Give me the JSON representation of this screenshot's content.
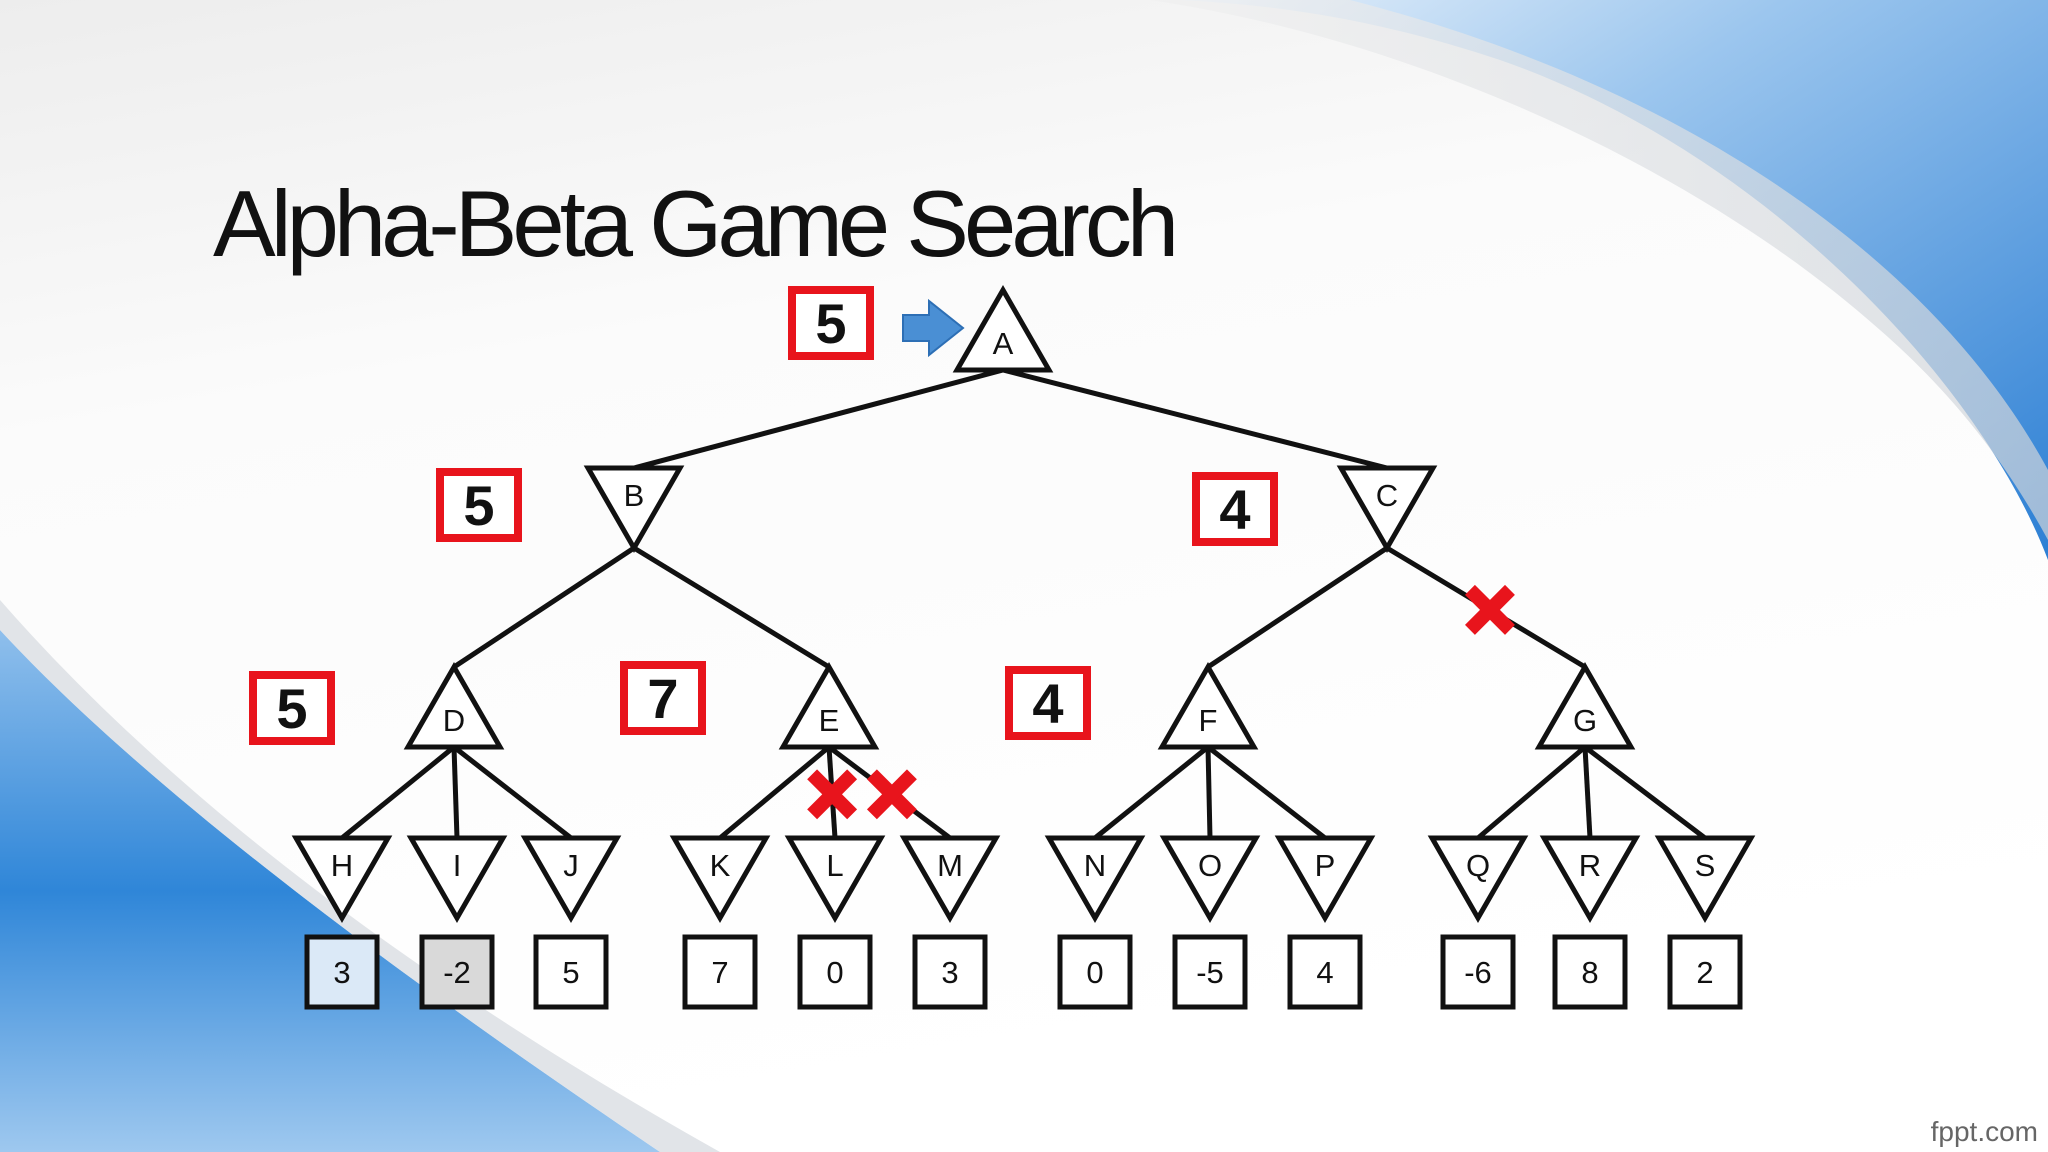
{
  "slide": {
    "title": "Alpha-Beta Game Search",
    "footer": "fppt.com",
    "colors": {
      "accent_blue": "#2b7fd6",
      "annotation_border": "#e8141c",
      "prune_mark": "#e8141c",
      "arrow": "#4a8fd4",
      "line": "#111111"
    }
  },
  "tree": {
    "nodes": [
      {
        "id": "A",
        "label": "A",
        "kind": "max"
      },
      {
        "id": "B",
        "label": "B",
        "kind": "min"
      },
      {
        "id": "C",
        "label": "C",
        "kind": "min"
      },
      {
        "id": "D",
        "label": "D",
        "kind": "max"
      },
      {
        "id": "E",
        "label": "E",
        "kind": "max"
      },
      {
        "id": "F",
        "label": "F",
        "kind": "max"
      },
      {
        "id": "G",
        "label": "G",
        "kind": "max"
      },
      {
        "id": "H",
        "label": "H",
        "kind": "min"
      },
      {
        "id": "I",
        "label": "I",
        "kind": "min"
      },
      {
        "id": "J",
        "label": "J",
        "kind": "min"
      },
      {
        "id": "K",
        "label": "K",
        "kind": "min"
      },
      {
        "id": "L",
        "label": "L",
        "kind": "min"
      },
      {
        "id": "M",
        "label": "M",
        "kind": "min"
      },
      {
        "id": "N",
        "label": "N",
        "kind": "min"
      },
      {
        "id": "O",
        "label": "O",
        "kind": "min"
      },
      {
        "id": "P",
        "label": "P",
        "kind": "min"
      },
      {
        "id": "Q",
        "label": "Q",
        "kind": "min"
      },
      {
        "id": "R",
        "label": "R",
        "kind": "min"
      },
      {
        "id": "S",
        "label": "S",
        "kind": "min"
      }
    ],
    "edges": [
      {
        "from": "A",
        "to": "B"
      },
      {
        "from": "A",
        "to": "C"
      },
      {
        "from": "B",
        "to": "D"
      },
      {
        "from": "B",
        "to": "E"
      },
      {
        "from": "C",
        "to": "F"
      },
      {
        "from": "C",
        "to": "G",
        "pruned": true
      },
      {
        "from": "D",
        "to": "H"
      },
      {
        "from": "D",
        "to": "I"
      },
      {
        "from": "D",
        "to": "J"
      },
      {
        "from": "E",
        "to": "K"
      },
      {
        "from": "E",
        "to": "L",
        "pruned": true
      },
      {
        "from": "E",
        "to": "M",
        "pruned": true
      },
      {
        "from": "F",
        "to": "N"
      },
      {
        "from": "F",
        "to": "O"
      },
      {
        "from": "F",
        "to": "P"
      },
      {
        "from": "G",
        "to": "Q"
      },
      {
        "from": "G",
        "to": "R"
      },
      {
        "from": "G",
        "to": "S"
      }
    ],
    "leaf_values": [
      {
        "node": "H",
        "value": "3",
        "highlight": "blue"
      },
      {
        "node": "I",
        "value": "-2",
        "highlight": "grey"
      },
      {
        "node": "J",
        "value": "5"
      },
      {
        "node": "K",
        "value": "7"
      },
      {
        "node": "L",
        "value": "0"
      },
      {
        "node": "M",
        "value": "3"
      },
      {
        "node": "N",
        "value": "0"
      },
      {
        "node": "O",
        "value": "-5"
      },
      {
        "node": "P",
        "value": "4"
      },
      {
        "node": "Q",
        "value": "-6"
      },
      {
        "node": "R",
        "value": "8"
      },
      {
        "node": "S",
        "value": "2"
      }
    ],
    "annotations": [
      {
        "node": "A",
        "value": "5",
        "arrow": true
      },
      {
        "node": "B",
        "value": "5"
      },
      {
        "node": "C",
        "value": "4"
      },
      {
        "node": "D",
        "value": "5"
      },
      {
        "node": "E",
        "value": "7"
      },
      {
        "node": "F",
        "value": "4"
      }
    ]
  }
}
